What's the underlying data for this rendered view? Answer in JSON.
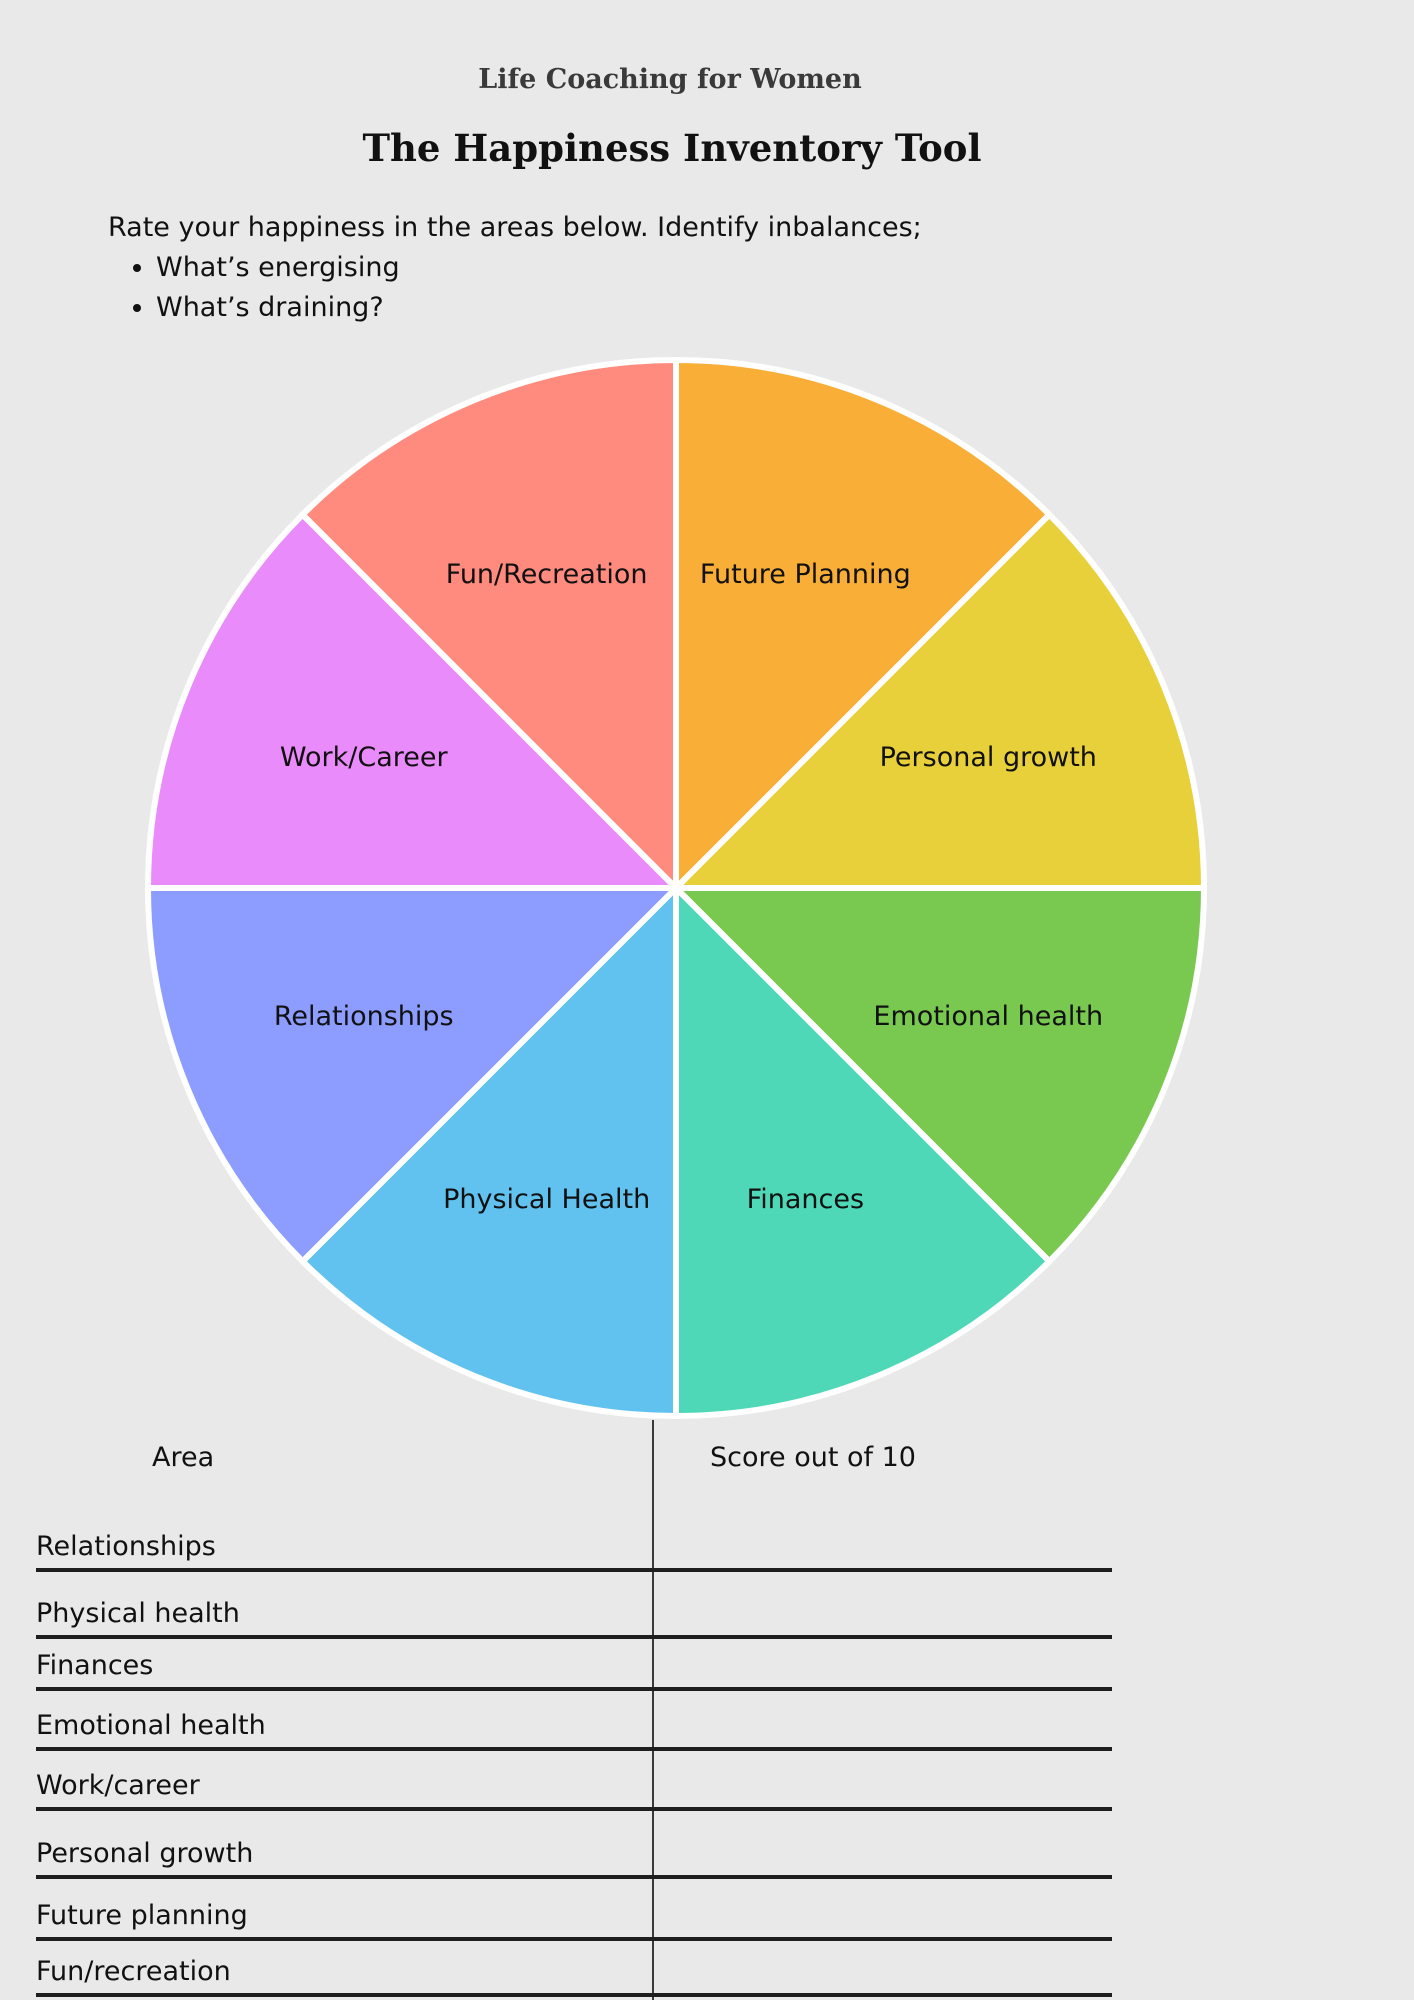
{
  "header": {
    "subtitle": "Life Coaching for Women",
    "title": "The Happiness Inventory Tool"
  },
  "intro": {
    "text": "Rate your happiness in the areas below. Identify inbalances;",
    "bullets": [
      "What’s energising",
      "What’s draining?"
    ]
  },
  "wheel": {
    "segments": [
      {
        "label": "Future Planning",
        "color": "#f9ae38"
      },
      {
        "label": "Personal growth",
        "color": "#e8d03a"
      },
      {
        "label": "Emotional health",
        "color": "#79c951"
      },
      {
        "label": "Finances",
        "color": "#4fd8b8"
      },
      {
        "label": "Physical Health",
        "color": "#62c2ef"
      },
      {
        "label": "Relationships",
        "color": "#8c9cff"
      },
      {
        "label": "Work/Career",
        "color": "#ea8bfb"
      },
      {
        "label": "Fun/Recreation",
        "color": "#ff8a7e"
      }
    ]
  },
  "table": {
    "area_header": "Area",
    "score_header": "Score out of 10",
    "rows": [
      "Relationships",
      "Physical health",
      "Finances",
      "Emotional health",
      "Work/career",
      "Personal growth",
      "Future planning",
      "Fun/recreation"
    ]
  }
}
